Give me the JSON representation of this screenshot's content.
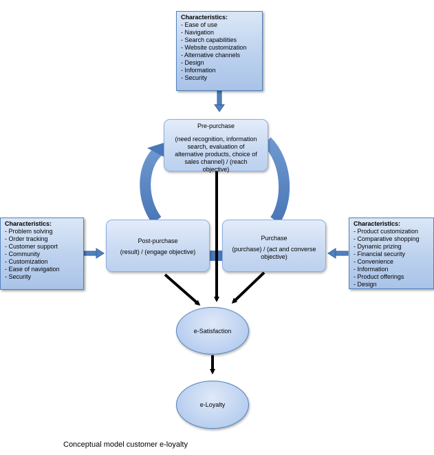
{
  "top_box": {
    "title": "Characteristics:",
    "items": [
      "- Ease of use",
      "- Navigation",
      "- Search capabilities",
      "- Website customization",
      "- Alternative channels",
      "- Design",
      "- Information",
      "- Security"
    ]
  },
  "left_box": {
    "title": "Characteristics:",
    "items": [
      "- Problem solving",
      "- Order tracking",
      "- Customer support",
      "- Community",
      "- Customization",
      "- Ease of navigation",
      "- Security"
    ]
  },
  "right_box": {
    "title": "Characteristics:",
    "items": [
      "- Product customization",
      "- Comparative shopping",
      "- Dynamic prizing",
      "- Financial security",
      "- Convenience",
      "- Information",
      "- Product offerings",
      "- Design"
    ]
  },
  "pre_purchase": {
    "title": "Pre-purchase",
    "lines": [
      "(need recognition, information",
      "search, evaluation of",
      "alternative products, choice of",
      "sales channel) / (reach",
      "objective)"
    ]
  },
  "post_purchase": {
    "title": "Post-purchase",
    "subtitle": "(result) / (engage objective)"
  },
  "purchase": {
    "title": "Purchase",
    "lines": [
      "(purchase) / (act and converse",
      "objective)"
    ]
  },
  "e_satisfaction": "e-Satisfaction",
  "e_loyalty": "e-Loyalty",
  "caption": "Conceptual model customer e-loyalty"
}
